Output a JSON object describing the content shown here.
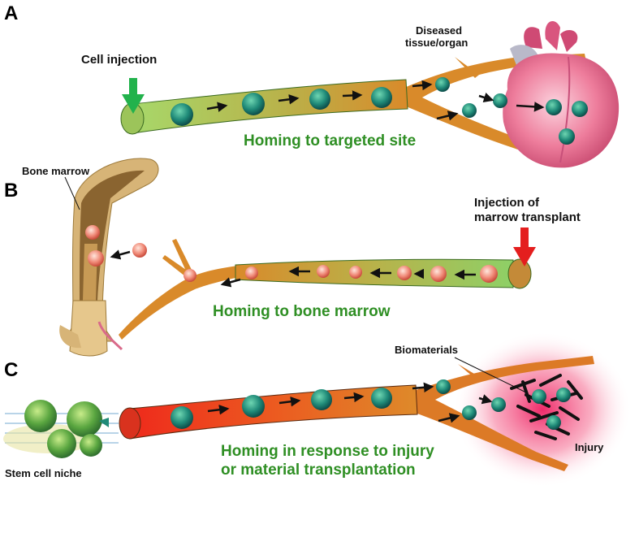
{
  "panels": {
    "a": {
      "letter": "A",
      "injection_label": "Cell injection",
      "target_label_line1": "Diseased",
      "target_label_line2": "tissue/organ",
      "caption": "Homing to targeted site"
    },
    "b": {
      "letter": "B",
      "bone_label": "Bone marrow",
      "injection_label_line1": "Injection of",
      "injection_label_line2": "marrow transplant",
      "caption": "Homing to bone marrow"
    },
    "c": {
      "letter": "C",
      "biomaterials_label": "Biomaterials",
      "injury_label": "Injury",
      "niche_label": "Stem cell niche",
      "caption_line1": "Homing in response to injury",
      "caption_line2": "or material transplantation"
    }
  },
  "colors": {
    "vessel_a_start": "#9fd46a",
    "vessel_a_end": "#d98a2a",
    "vessel_b_start": "#d98a2a",
    "vessel_b_end": "#8ed067",
    "vessel_c_start": "#e8221f",
    "vessel_c_end": "#d98a2a",
    "branch": "#d98a2a",
    "stem_cell": "#1f8a78",
    "marrow_cell": "#e87a6a",
    "caption": "#2f8f24",
    "inject_arrow_green": "#22b24c",
    "inject_arrow_red": "#e41e1e",
    "heart": "#e86a8a",
    "injury_glow": "#f2507a"
  }
}
